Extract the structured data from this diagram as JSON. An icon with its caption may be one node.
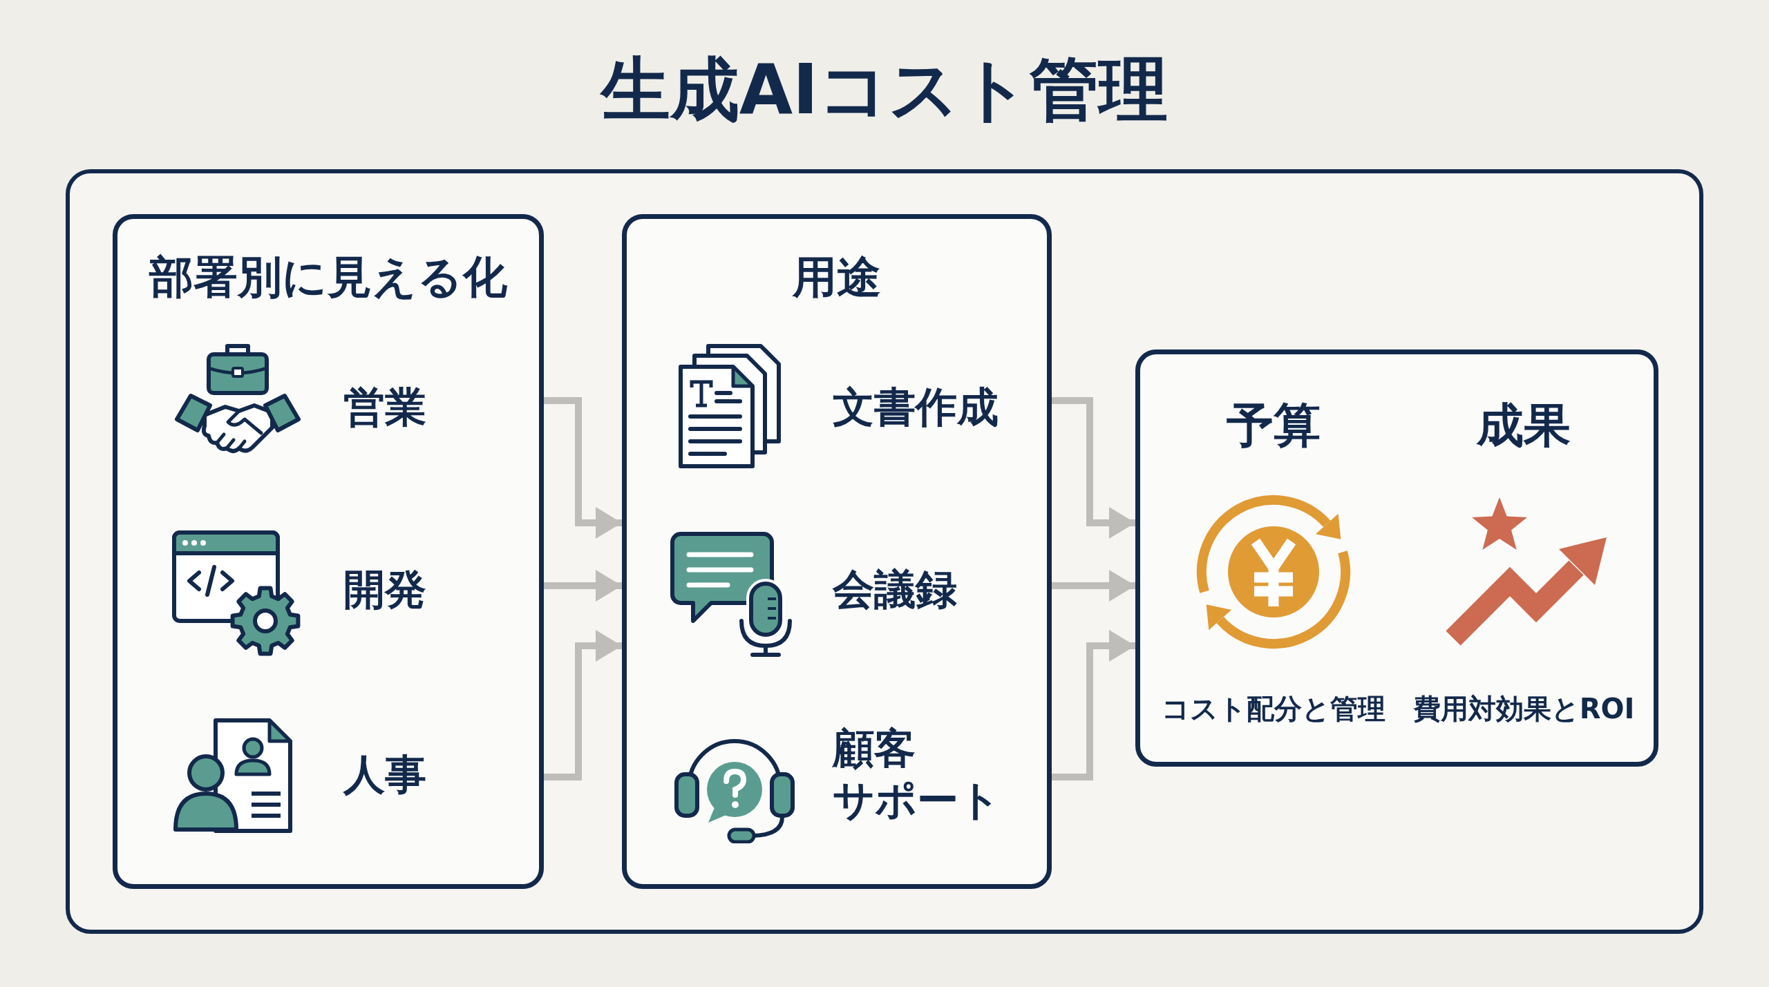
{
  "diagram": {
    "title": "生成AIコスト管理",
    "nodes": [
      {
        "text": [],
        "shape": "box"
      },
      {
        "text": [
          "部署別に見える化"
        ],
        "in": 0
      },
      {
        "text": [
          "営業"
        ],
        "in": 1
      },
      {
        "text": [
          "開発"
        ],
        "in": 1
      },
      {
        "text": [
          "人事"
        ],
        "in": 1
      },
      {
        "text": [
          "用途"
        ],
        "in": 0
      },
      {
        "text": [
          "文書作成"
        ],
        "in": 5
      },
      {
        "text": [
          "会議録"
        ],
        "in": 5
      },
      {
        "text": [
          "顧客サポート"
        ],
        "in": 5
      },
      {
        "text": [],
        "shape": "box",
        "in": 0
      },
      {
        "text": [
          "予算",
          "コスト配分と管理"
        ],
        "in": 9
      },
      {
        "text": [
          "成果",
          "費用対効果とROI"
        ],
        "in": 9
      }
    ],
    "edges": [
      {
        "from": 1,
        "to": 5,
        "arrow": "to"
      },
      {
        "from": 1,
        "to": 5,
        "arrow": "to"
      },
      {
        "from": 1,
        "to": 5,
        "arrow": "to"
      },
      {
        "from": 5,
        "to": 9,
        "arrow": "to"
      },
      {
        "from": 5,
        "to": 9,
        "arrow": "to"
      },
      {
        "from": 5,
        "to": 9,
        "arrow": "to"
      }
    ]
  }
}
